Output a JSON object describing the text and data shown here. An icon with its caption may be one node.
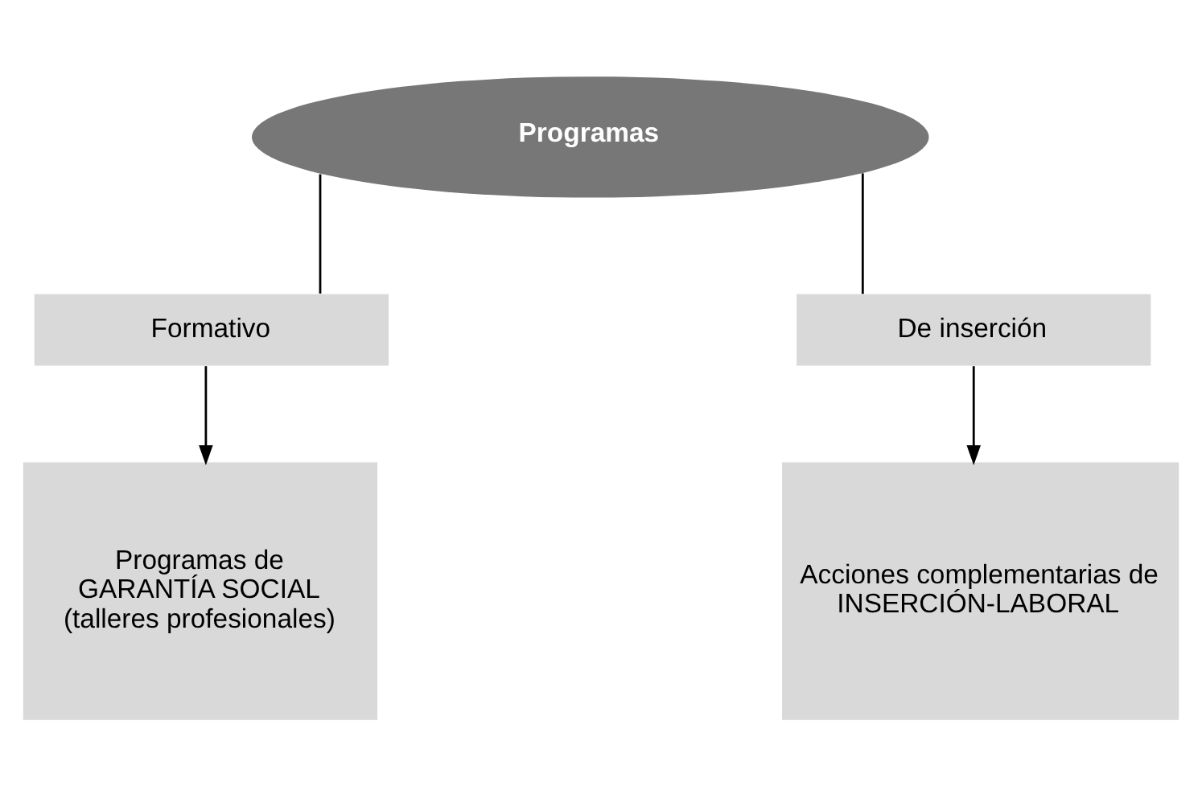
{
  "diagram": {
    "nodes": [
      {
        "text": [
          "Programas"
        ]
      },
      {
        "text": [
          "Formativo"
        ]
      },
      {
        "text": [
          "De inserción"
        ]
      },
      {
        "text": [
          "Programas de GARANTÍA SOCIAL (talleres profesionales)"
        ]
      },
      {
        "text": [
          "Acciones complementarias de INSERCIÓN-LABORAL"
        ]
      }
    ],
    "edges": [
      {
        "from": 0,
        "to": 1,
        "arrow": "none"
      },
      {
        "from": 1,
        "to": 3,
        "arrow": "to"
      },
      {
        "from": 0,
        "to": 2,
        "arrow": "none"
      },
      {
        "from": 2,
        "to": 4,
        "arrow": "to"
      }
    ]
  }
}
